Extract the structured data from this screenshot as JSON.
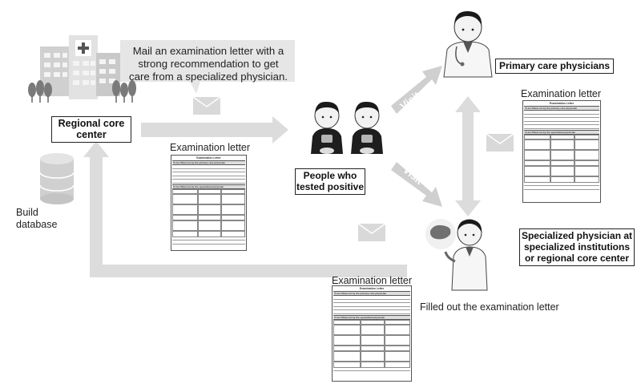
{
  "callout_mail": "Mail an examination letter with a strong recommendation to get care from a specialized physician.",
  "regional_core_center": "Regional core center",
  "build_database": "Build database",
  "people_tested_positive": "People who tested positive",
  "primary_care_physicians": "Primary care physicians",
  "specialized_physician": "Specialized physician at specialized institutions or regional core center",
  "visit_upper": "Visit",
  "visit_lower": "Visit",
  "filled_out": "Filled out the examination letter",
  "letters": [
    {
      "title": "Examination letter"
    },
    {
      "title": "Examination letter"
    },
    {
      "title": "Examination letter"
    }
  ],
  "letter_form": {
    "header": "Examination Letter",
    "section1": "To be Filled out by the primary care physician",
    "section2": "To be Filled out by the specialized physician"
  },
  "icons": [
    "hospital-icon",
    "database-icon",
    "envelope-icon",
    "doctor-icon",
    "patient-icon",
    "liver-icon"
  ],
  "colors": {
    "arrow": "#dcdcdc",
    "callout": "#e6e6e6",
    "box_border": "#222222"
  }
}
